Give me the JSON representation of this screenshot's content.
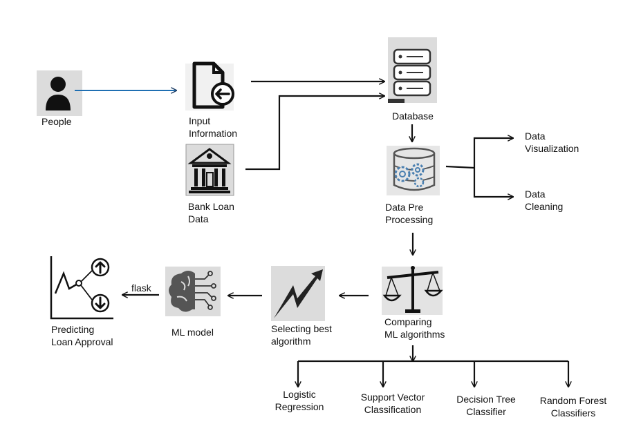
{
  "nodes": {
    "people": "People",
    "input_information": "Input\nInformation",
    "bank_loan_data": "Bank Loan\nData",
    "database": "Database",
    "data_pre_processing": "Data Pre\nProcessing",
    "data_visualization": "Data\nVisualization",
    "data_cleaning": "Data\nCleaning",
    "comparing_ml": "Comparing\nML algorithms",
    "selecting_best": "Selecting best\nalgorithm",
    "ml_model": "ML model",
    "predicting": "Predicting\nLoan Approval",
    "logistic_regression": "Logistic\nRegression",
    "svc": "Support Vector\nClassification",
    "decision_tree": "Decision Tree\nClassifier",
    "random_forest": "Random Forest\nClassifiers"
  },
  "edge_labels": {
    "flask": "flask"
  },
  "colors": {
    "people_arrow": "#1f6fb2",
    "icon_bg": "#dcdcdc",
    "stroke": "#111111",
    "accent_blue": "#4a7fb0"
  },
  "icons": {
    "people": "person-icon",
    "input_information": "document-import-icon",
    "bank_loan_data": "bank-building-icon",
    "database": "database-icon",
    "data_pre_processing": "database-gears-icon",
    "comparing_ml": "balance-scale-icon",
    "selecting_best": "trend-up-arrow-icon",
    "ml_model": "brain-circuit-icon",
    "predicting": "prediction-chart-icon"
  }
}
